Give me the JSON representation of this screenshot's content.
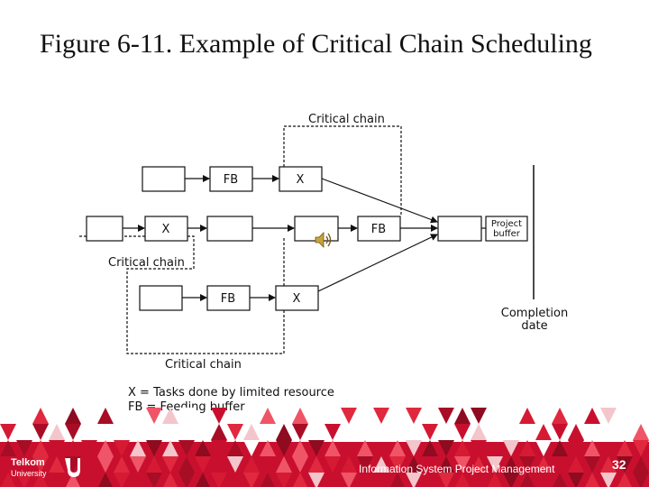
{
  "slide": {
    "title": "Figure 6-11. Example of Critical Chain Scheduling",
    "page_number": "32",
    "footer_text": "Information System Project Management"
  },
  "logo": {
    "word1": "Telkom",
    "word2": "University"
  },
  "diagram": {
    "label_critical_chain_top": "Critical chain",
    "label_critical_chain_mid": "Critical chain",
    "label_critical_chain_bottom": "Critical chain",
    "task_fb_top": "FB",
    "task_x_top": "X",
    "task_x_mid": "X",
    "task_fb_mid": "FB",
    "task_fb_bottom": "FB",
    "task_x_bottom": "X",
    "project_buffer_line1": "Project",
    "project_buffer_line2": "buffer",
    "completion_line1": "Completion",
    "completion_line2": "date",
    "legend_x": "X = Tasks done by limited resource",
    "legend_fb": "FB = Feeding buffer"
  },
  "icons": {
    "speaker": "speaker-icon"
  },
  "colors": {
    "brand_red": "#c8102e",
    "footer_white": "#ffffff"
  }
}
